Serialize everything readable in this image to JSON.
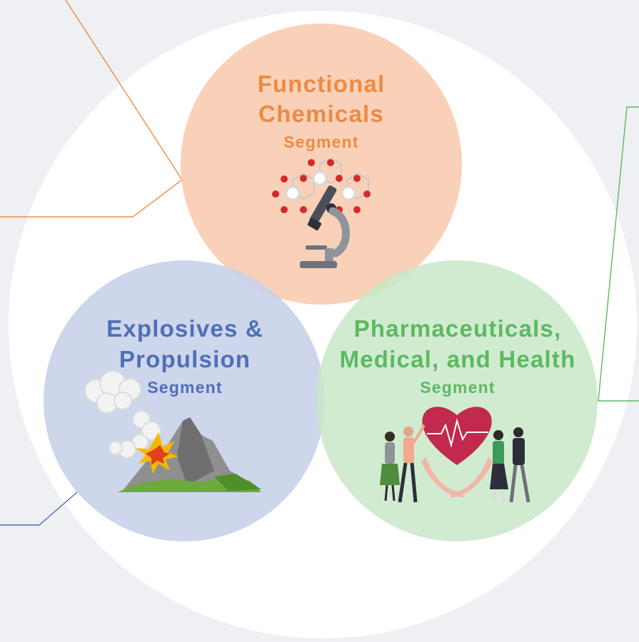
{
  "colors": {
    "background": "#eef0f4",
    "outer_circle": "#ffffff",
    "functional": "#f7cdb2",
    "functional_text": "#ee8a43",
    "explosives": "#c6d0e8",
    "explosives_text": "#4f6fb7",
    "pharma": "#c9e8c8",
    "pharma_text": "#5cb962",
    "orange_line": "#ee8a43",
    "blue_line": "#4f6fb7",
    "green_line": "#5cb962"
  },
  "segments": {
    "functional": {
      "title_line1": "Functional",
      "title_line2": "Chemicals",
      "subtitle": "Segment",
      "icon": "microscope-molecule-icon"
    },
    "explosives": {
      "title_line1": "Explosives &",
      "title_line2": "Propulsion",
      "subtitle": "Segment",
      "icon": "volcano-explosion-icon"
    },
    "pharma": {
      "title_line1": "Pharmaceuticals,",
      "title_line2": "Medical, and Health",
      "subtitle": "Segment",
      "icon": "heart-care-people-icon"
    }
  }
}
